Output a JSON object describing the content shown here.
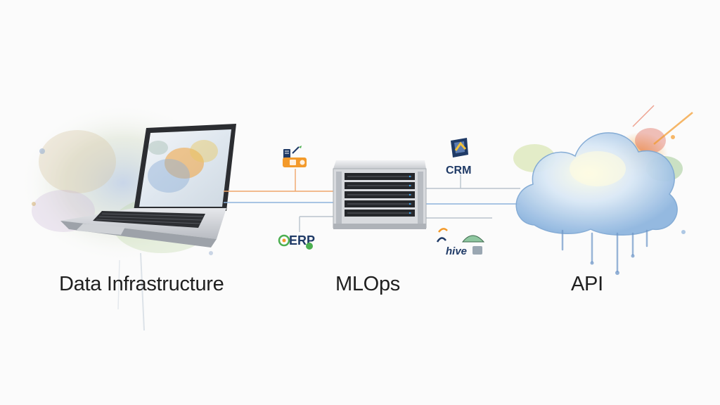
{
  "labels": {
    "data_infrastructure": "Data Infrastructure",
    "mlops": "MLOps",
    "api": "API"
  },
  "badges": {
    "crm": "CRM",
    "erp": "ERP",
    "hive": "hive"
  },
  "colors": {
    "background": "#fbfbfb",
    "orange_line": "#f0a66a",
    "blue_line": "#8db3dd",
    "gray_line": "#b9c3cc",
    "cloud_blue": "#bcd6ee",
    "accent_orange": "#f39a2a",
    "accent_navy": "#1f3a66",
    "accent_green": "#4caf50"
  },
  "icons": [
    "laptop-icon",
    "server-rack-icon",
    "cloud-icon",
    "crm-icon",
    "erp-icon",
    "hive-icon",
    "data-pipeline-icon"
  ]
}
